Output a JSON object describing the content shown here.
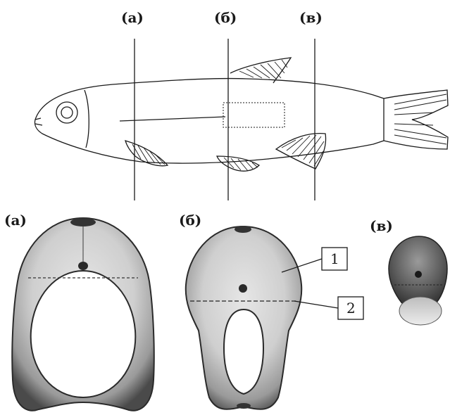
{
  "top_labels": {
    "a": "(а)",
    "b": "(б)",
    "v": "(в)"
  },
  "section_labels": {
    "a": "(а)",
    "b": "(б)",
    "v": "(в)"
  },
  "callouts": {
    "one": "1",
    "two": "2"
  },
  "colors": {
    "ink": "#1a1a1a",
    "tissue_light": "#d8d8d8",
    "tissue_dark": "#3a3a3a"
  }
}
